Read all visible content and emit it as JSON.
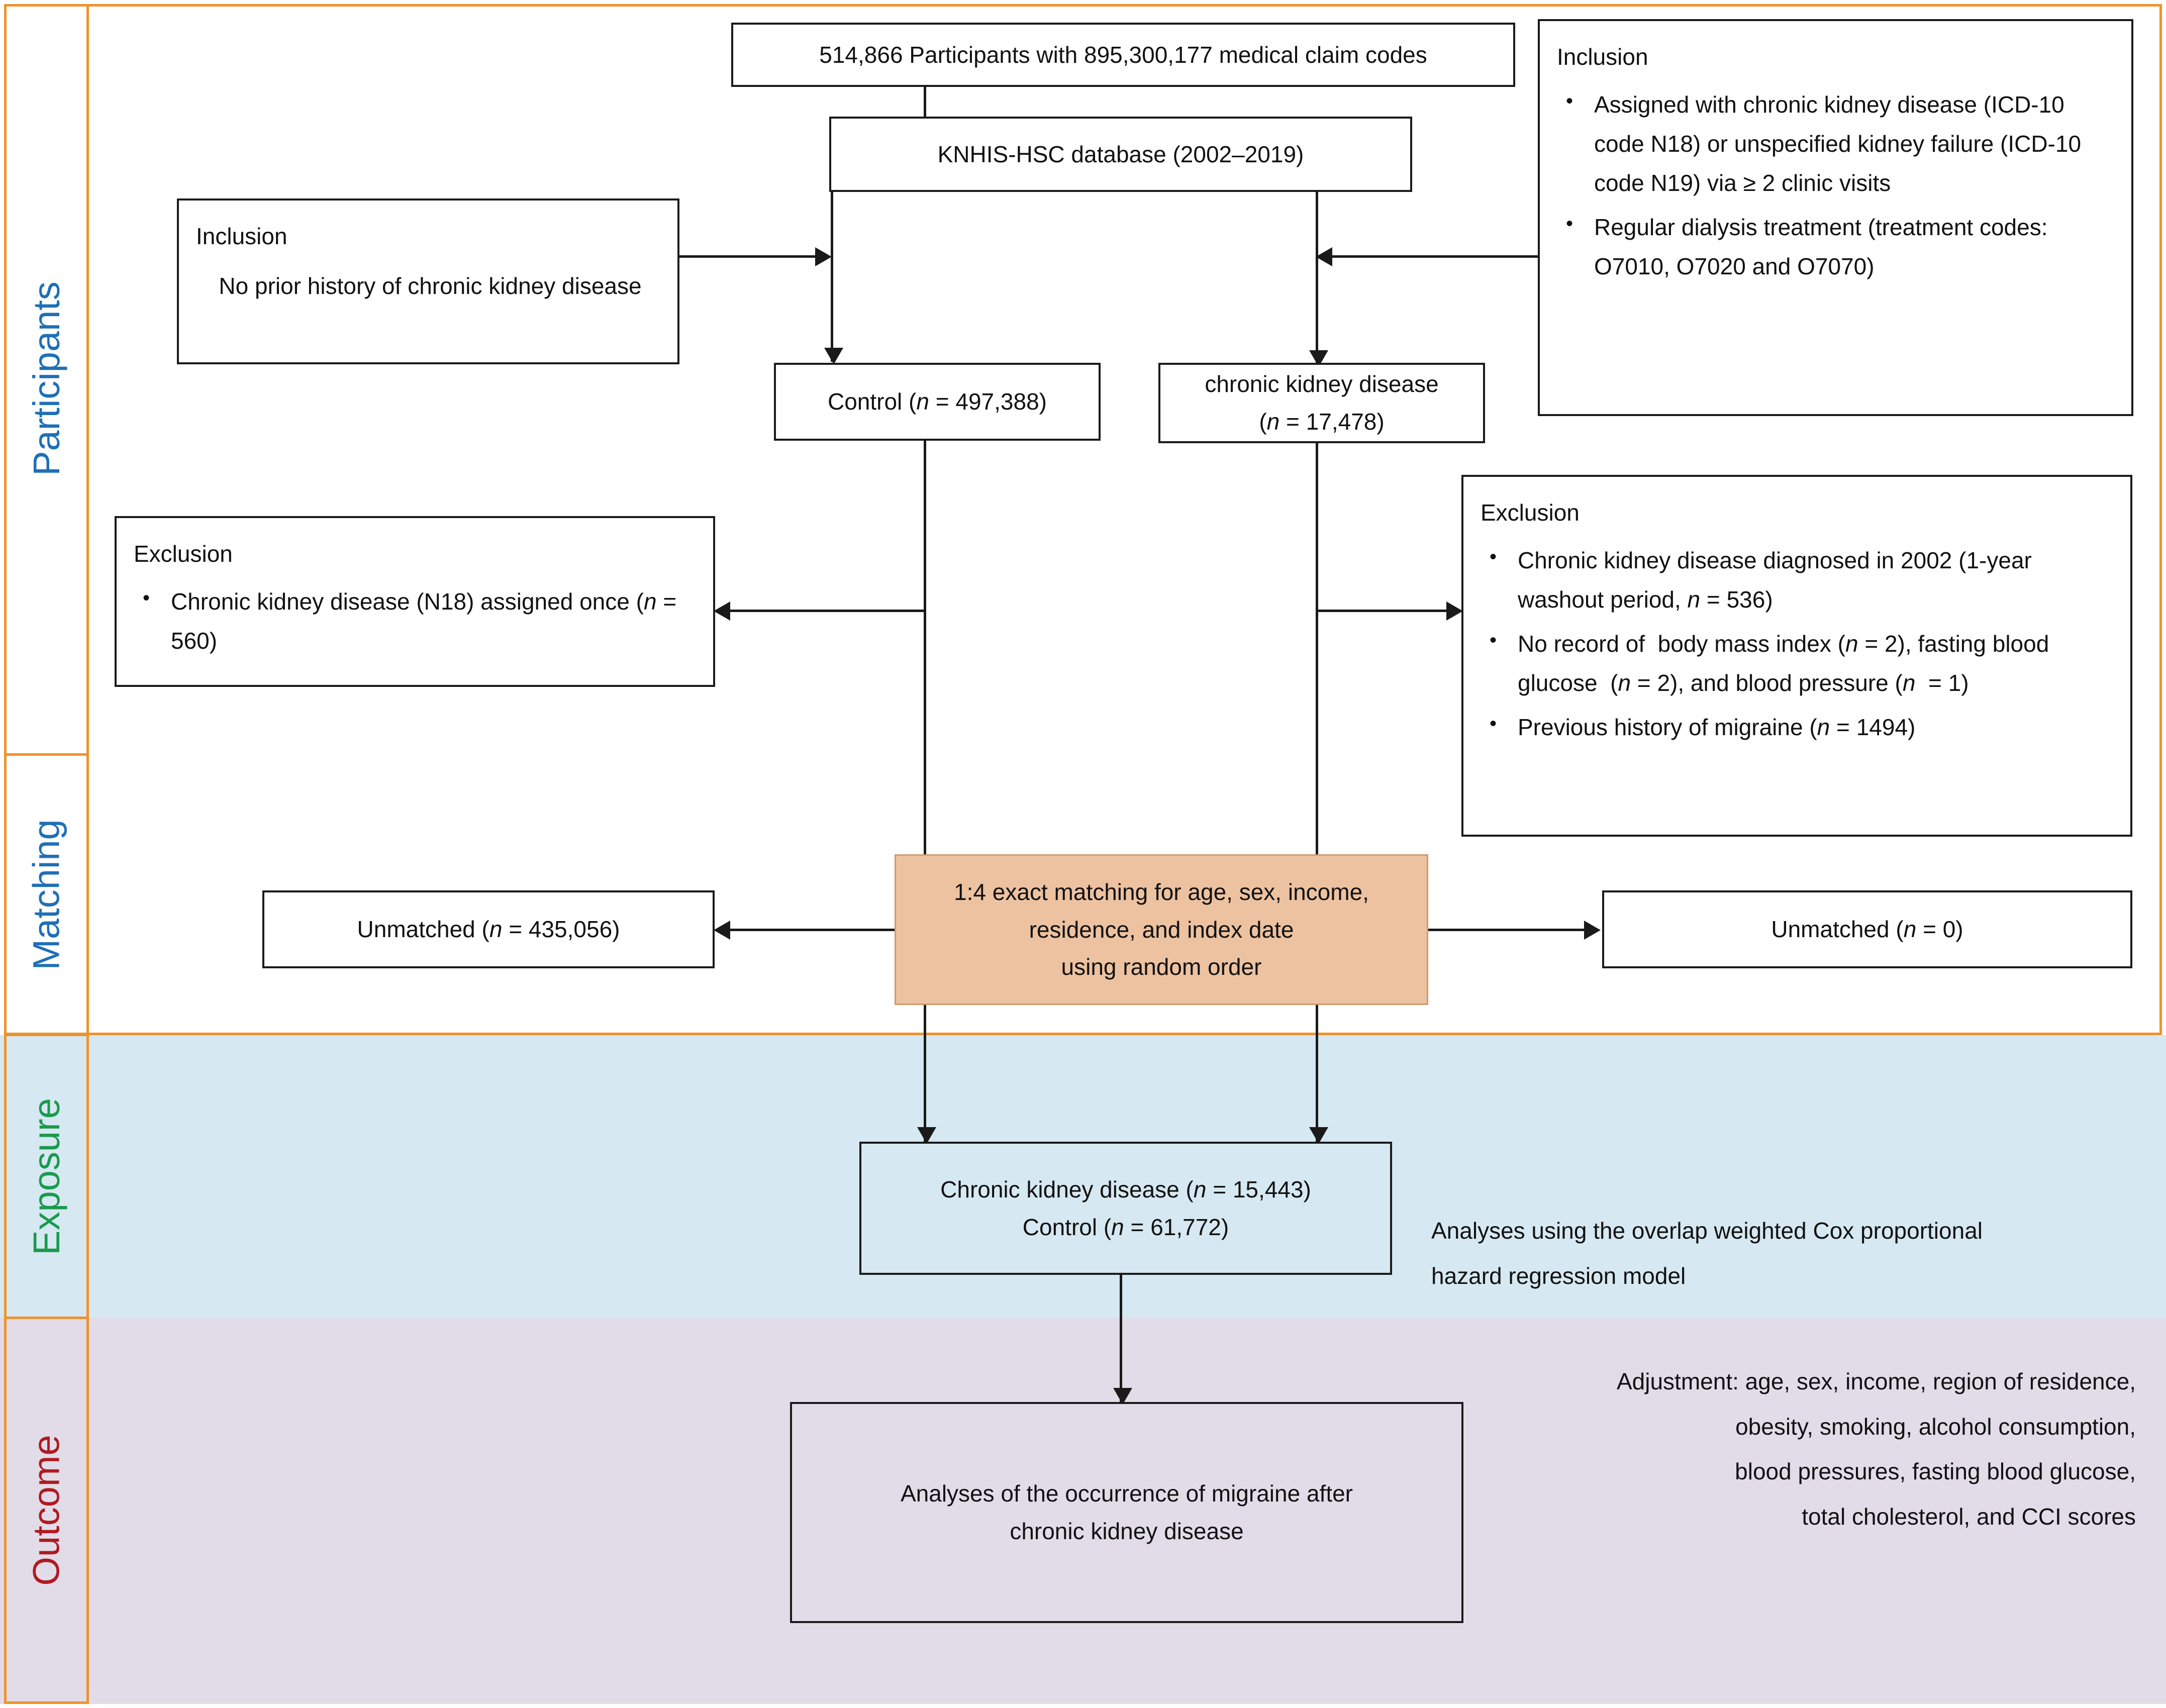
{
  "sections": [
    {
      "id": "participants",
      "label": "Participants",
      "color": "#1f6fb6"
    },
    {
      "id": "matching",
      "label": "Matching",
      "color": "#1f6fb6"
    },
    {
      "id": "exposure",
      "label": "Exposure",
      "color": "#1a9a4d"
    },
    {
      "id": "outcome",
      "label": "Outcome",
      "color": "#b01a21"
    }
  ],
  "nodes": {
    "source": {
      "text": "514,866 Participants with 895,300,177 medical claim codes"
    },
    "database": {
      "text": "KNHIS-HSC database (2002–2019)"
    },
    "inclusion_left": {
      "header": "Inclusion",
      "body": "No prior history of chronic kidney disease"
    },
    "inclusion_right": {
      "header": "Inclusion",
      "items": [
        "Assigned with chronic kidney disease (ICD-10 code N18) or unspecified kidney failure (ICD-10 code N19) via ≥ 2 clinic visits",
        "Regular dialysis treatment (treatment codes: O7010, O7020 and O7070)"
      ]
    },
    "control": {
      "line1": "Control (",
      "n_label": "n",
      "line1b": " = 497,388)"
    },
    "ckd": {
      "line1": "chronic kidney disease",
      "line2_pre": "(",
      "n_label": "n",
      "line2_post": " = 17,478)"
    },
    "exclusion_left": {
      "header": "Exclusion",
      "items": [
        "Chronic kidney disease (N18) assigned once (n = 560)"
      ]
    },
    "exclusion_right": {
      "header": "Exclusion",
      "items": [
        "Chronic kidney disease diagnosed in 2002 (1-year washout period, n = 536)",
        "No record of  body mass index (n = 2), fasting blood glucose  (n = 2), and blood pressure (n  = 1)",
        "Previous history of migraine (n = 1494)"
      ]
    },
    "matching_box": {
      "line1": "1:4 exact matching for age, sex, income,",
      "line2": "residence, and index date",
      "line3": "using random order"
    },
    "unmatched_left": {
      "text": "Unmatched (n = 435,056)"
    },
    "unmatched_right": {
      "text": "Unmatched (n = 0)"
    },
    "cohort": {
      "line1": "Chronic kidney disease (n = 15,443)",
      "line2": "Control (n = 61,772)"
    },
    "analysis_note": {
      "line1": "Analyses using the overlap weighted Cox proportional",
      "line2": "hazard regression model"
    },
    "adjustment_note": {
      "line1": "Adjustment:  age, sex, income, region of residence,",
      "line2": "obesity, smoking, alcohol consumption,",
      "line3": "blood pressures, fasting blood glucose,",
      "line4": "total cholesterol, and CCI scores"
    },
    "outcome_box": {
      "line1": "Analyses of the occurrence of migraine after",
      "line2": "chronic kidney disease"
    }
  },
  "colors": {
    "frame_orange": "#f0922b",
    "exposure_band": "#d6e8f1",
    "outcome_band": "#e2dce9",
    "matching_fill": "#edc2a0",
    "stroke": "#1a1a1a"
  }
}
